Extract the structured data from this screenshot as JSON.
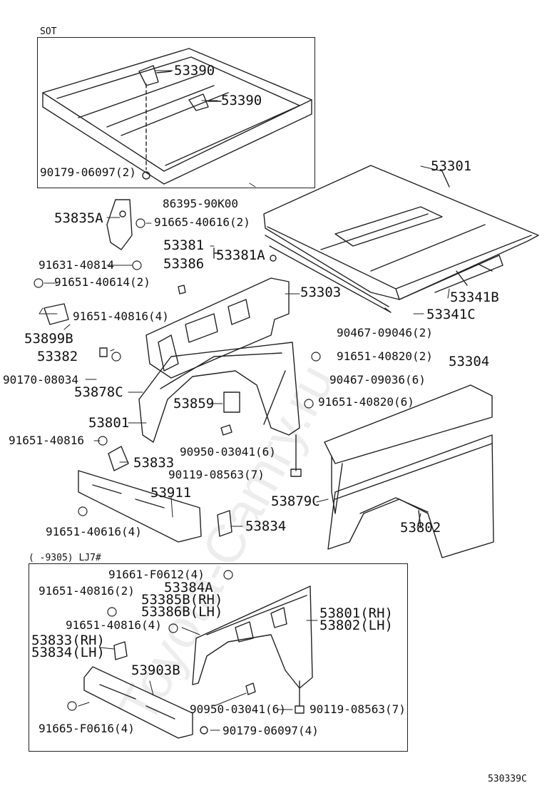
{
  "figure_code": "530339C",
  "watermark": "Toyota-Camry.ru",
  "inset_top": {
    "title": "SOT"
  },
  "inset_bottom": {
    "title": "(    -9305) LJ7#"
  },
  "labels": [
    {
      "id": "l1",
      "text": "53390",
      "size": "big"
    },
    {
      "id": "l2",
      "text": "53390",
      "size": "big"
    },
    {
      "id": "l3",
      "text": "90179-06097(2)",
      "size": "med"
    },
    {
      "id": "l4",
      "text": "53301",
      "size": "big"
    },
    {
      "id": "l5",
      "text": "86395-90K00",
      "size": "med"
    },
    {
      "id": "l6",
      "text": "53835A",
      "size": "big"
    },
    {
      "id": "l7",
      "text": "91665-40616(2)",
      "size": "med"
    },
    {
      "id": "l8",
      "text": "53381",
      "size": "big"
    },
    {
      "id": "l9",
      "text": "53381A",
      "size": "big"
    },
    {
      "id": "l10",
      "text": "91631-40814",
      "size": "med"
    },
    {
      "id": "l11",
      "text": "53386",
      "size": "big"
    },
    {
      "id": "l12",
      "text": "91651-40614(2)",
      "size": "med"
    },
    {
      "id": "l13",
      "text": "53303",
      "size": "big"
    },
    {
      "id": "l14",
      "text": "53341B",
      "size": "big"
    },
    {
      "id": "l15",
      "text": "91651-40816(4)",
      "size": "med"
    },
    {
      "id": "l16",
      "text": "53341C",
      "size": "big"
    },
    {
      "id": "l17",
      "text": "53899B",
      "size": "big"
    },
    {
      "id": "l18",
      "text": "90467-09046(2)",
      "size": "med"
    },
    {
      "id": "l19",
      "text": "53382",
      "size": "big"
    },
    {
      "id": "l20",
      "text": "91651-40820(2)",
      "size": "med"
    },
    {
      "id": "l21",
      "text": "53304",
      "size": "big"
    },
    {
      "id": "l22",
      "text": "90170-08034",
      "size": "med"
    },
    {
      "id": "l23",
      "text": "90467-09036(6)",
      "size": "med"
    },
    {
      "id": "l24",
      "text": "53878C",
      "size": "big"
    },
    {
      "id": "l25",
      "text": "91651-40820(6)",
      "size": "med"
    },
    {
      "id": "l26",
      "text": "53859",
      "size": "big"
    },
    {
      "id": "l27",
      "text": "53801",
      "size": "big"
    },
    {
      "id": "l28",
      "text": "91651-40816",
      "size": "med"
    },
    {
      "id": "l29",
      "text": "90950-03041(6)",
      "size": "med"
    },
    {
      "id": "l30",
      "text": "53833",
      "size": "big"
    },
    {
      "id": "l31",
      "text": "90119-08563(7)",
      "size": "med"
    },
    {
      "id": "l32",
      "text": "53911",
      "size": "big"
    },
    {
      "id": "l33",
      "text": "53879C",
      "size": "big"
    },
    {
      "id": "l34",
      "text": "53834",
      "size": "big"
    },
    {
      "id": "l35",
      "text": "53802",
      "size": "big"
    },
    {
      "id": "l36",
      "text": "91651-40616(4)",
      "size": "med"
    },
    {
      "id": "l37",
      "text": "91661-F0612(4)",
      "size": "med"
    },
    {
      "id": "l38",
      "text": "91651-40816(2)",
      "size": "med"
    },
    {
      "id": "l39",
      "text": "53384A",
      "size": "big"
    },
    {
      "id": "l40",
      "text": "53385B(RH)",
      "size": "big"
    },
    {
      "id": "l41",
      "text": "53386B(LH)",
      "size": "big"
    },
    {
      "id": "l42",
      "text": "53801(RH)",
      "size": "big"
    },
    {
      "id": "l43",
      "text": "53802(LH)",
      "size": "big"
    },
    {
      "id": "l44",
      "text": "91651-40816(4)",
      "size": "med"
    },
    {
      "id": "l45",
      "text": "53833(RH)",
      "size": "big"
    },
    {
      "id": "l46",
      "text": "53834(LH)",
      "size": "big"
    },
    {
      "id": "l47",
      "text": "53903B",
      "size": "big"
    },
    {
      "id": "l48",
      "text": "90950-03041(6)",
      "size": "med"
    },
    {
      "id": "l49",
      "text": "90119-08563(7)",
      "size": "med"
    },
    {
      "id": "l50",
      "text": "91665-F0616(4)",
      "size": "med"
    },
    {
      "id": "l51",
      "text": "90179-06097(4)",
      "size": "med"
    }
  ]
}
